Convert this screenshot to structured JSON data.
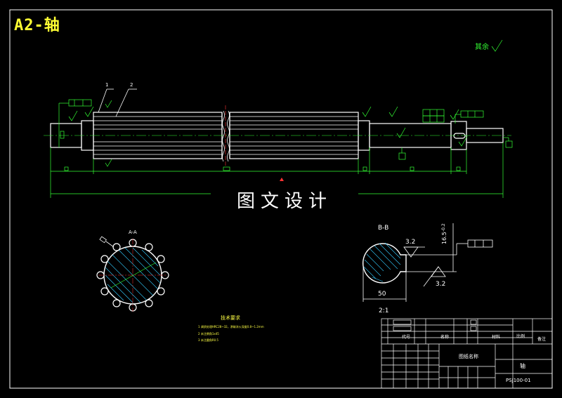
{
  "sheet": {
    "title": "A2-轴",
    "watermark": "图文设计",
    "remainder_note": "其余"
  },
  "views": {
    "balloon_1": "1",
    "balloon_2": "2",
    "section_a_label": "A-A",
    "section_b_label": "B-B",
    "roughness_1": "3.2",
    "roughness_2": "3.2",
    "dim_width": "50",
    "dim_depth": "16.5",
    "dim_tol": "-0.2",
    "scale": "2:1"
  },
  "requirements": {
    "heading": "技术要求",
    "items": [
      "1  调质处理HRC28~32，渗碳淬火深度0.8~1.2mm",
      "2  未注倒角1x45",
      "3  未注圆角R0.5"
    ]
  },
  "title_block": {
    "part_name": "轴",
    "drawing_no": "PSJ100-01",
    "material_label": "材料",
    "scale_label": "比例",
    "qty_label": "代号",
    "name_label": "名称",
    "note_label": "备注",
    "company": "图纸名称"
  },
  "colors": {
    "outline": "#ffffff",
    "dimension": "#33ff33",
    "title": "#ffff33",
    "hatch": "#33ccff",
    "center": "#ff3333"
  }
}
